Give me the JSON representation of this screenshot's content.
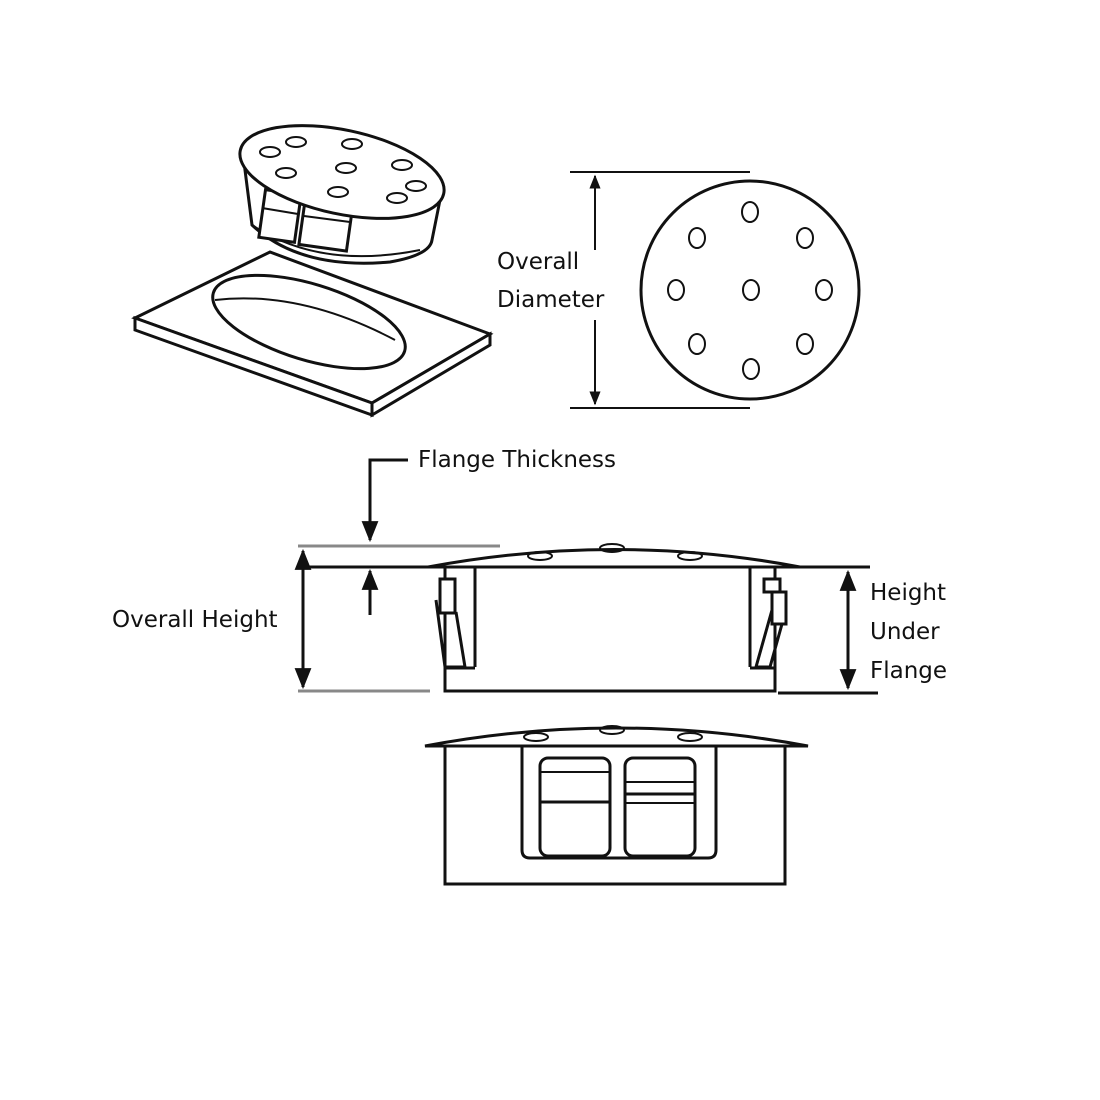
{
  "labels": {
    "overall_diameter": [
      "Overall",
      "Diameter"
    ],
    "flange_thickness": "Flange Thickness",
    "overall_height": "Overall Height",
    "height_under_flange": [
      "Height",
      "Under",
      "Flange"
    ]
  },
  "colors": {
    "line": "#111111",
    "background": "#ffffff"
  }
}
